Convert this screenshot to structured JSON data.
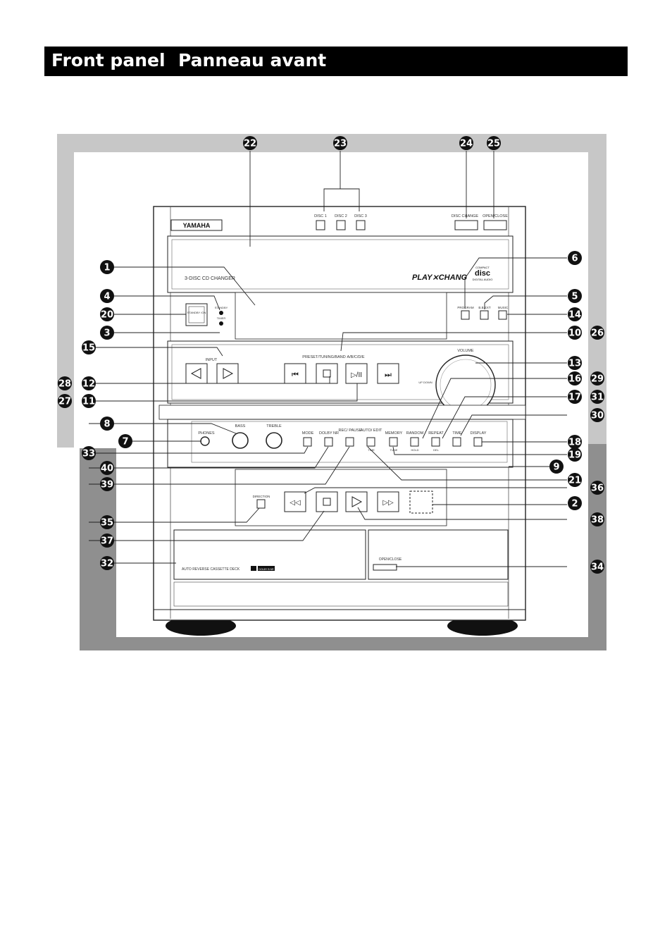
{
  "header": {
    "title_en": "Front panel",
    "title_fr": "Panneau avant"
  },
  "device": {
    "brand": "YAMAHA",
    "cd_changer_label": "3-DISC CD CHANGER",
    "playxchange_logo": "PLAY⨯CHANG",
    "compact_disc_logo_top": "COMPACT",
    "compact_disc_logo_main": "disc",
    "compact_disc_logo_sub": "DIGITAL AUDIO",
    "disc_buttons": [
      "DISC 1",
      "DISC 2",
      "DISC 3"
    ],
    "disc_change": "DISC CHANGE",
    "open_close_top": "OPEN/CLOSE",
    "program": "PROGRAM",
    "bass_ext": "B.B.EXT",
    "music": "MUSIC",
    "standby_on": "STANDBY\n/ON",
    "standby": "STANDBY",
    "timer": "TIMER",
    "input": "INPUT",
    "preset_tuning_band": "PRESET/TUNING/BAND",
    "a_b_c_d_e": "A/B/C/D/E",
    "volume": "VOLUME",
    "phones": "PHONES",
    "bass": "BASS",
    "treble": "TREBLE",
    "mode": "MODE",
    "dolby_nr": "DOLBY NR",
    "rec_pause": "REC/\nPAUSE",
    "auto_edit": "AUTO/\nEDIT",
    "memory": "MEMORY",
    "random": "RANDOM",
    "repeat": "REPEAT",
    "time": "TIME",
    "display": "DISPLAY",
    "tune_sub": "TUNE",
    "time_sub": "TIME",
    "hold_sub": "HOLD",
    "del_sub": "DEL",
    "direction": "DIRECTION",
    "cassette_label": "AUTO REVERSE CASSETTE DECK",
    "dolby_badge": "DOLBY B NR",
    "open_close_cassette": "OPEN/CLOSE",
    "vol_up_down": "UP\nDOWN"
  },
  "callouts": [
    "1",
    "2",
    "3",
    "4",
    "5",
    "6",
    "7",
    "8",
    "9",
    "10",
    "11",
    "12",
    "13",
    "14",
    "15",
    "16",
    "17",
    "18",
    "19",
    "20",
    "21",
    "22",
    "23",
    "24",
    "25",
    "26",
    "27",
    "28",
    "29",
    "30",
    "31",
    "32",
    "33",
    "34",
    "35",
    "36",
    "37",
    "38",
    "39",
    "40"
  ]
}
